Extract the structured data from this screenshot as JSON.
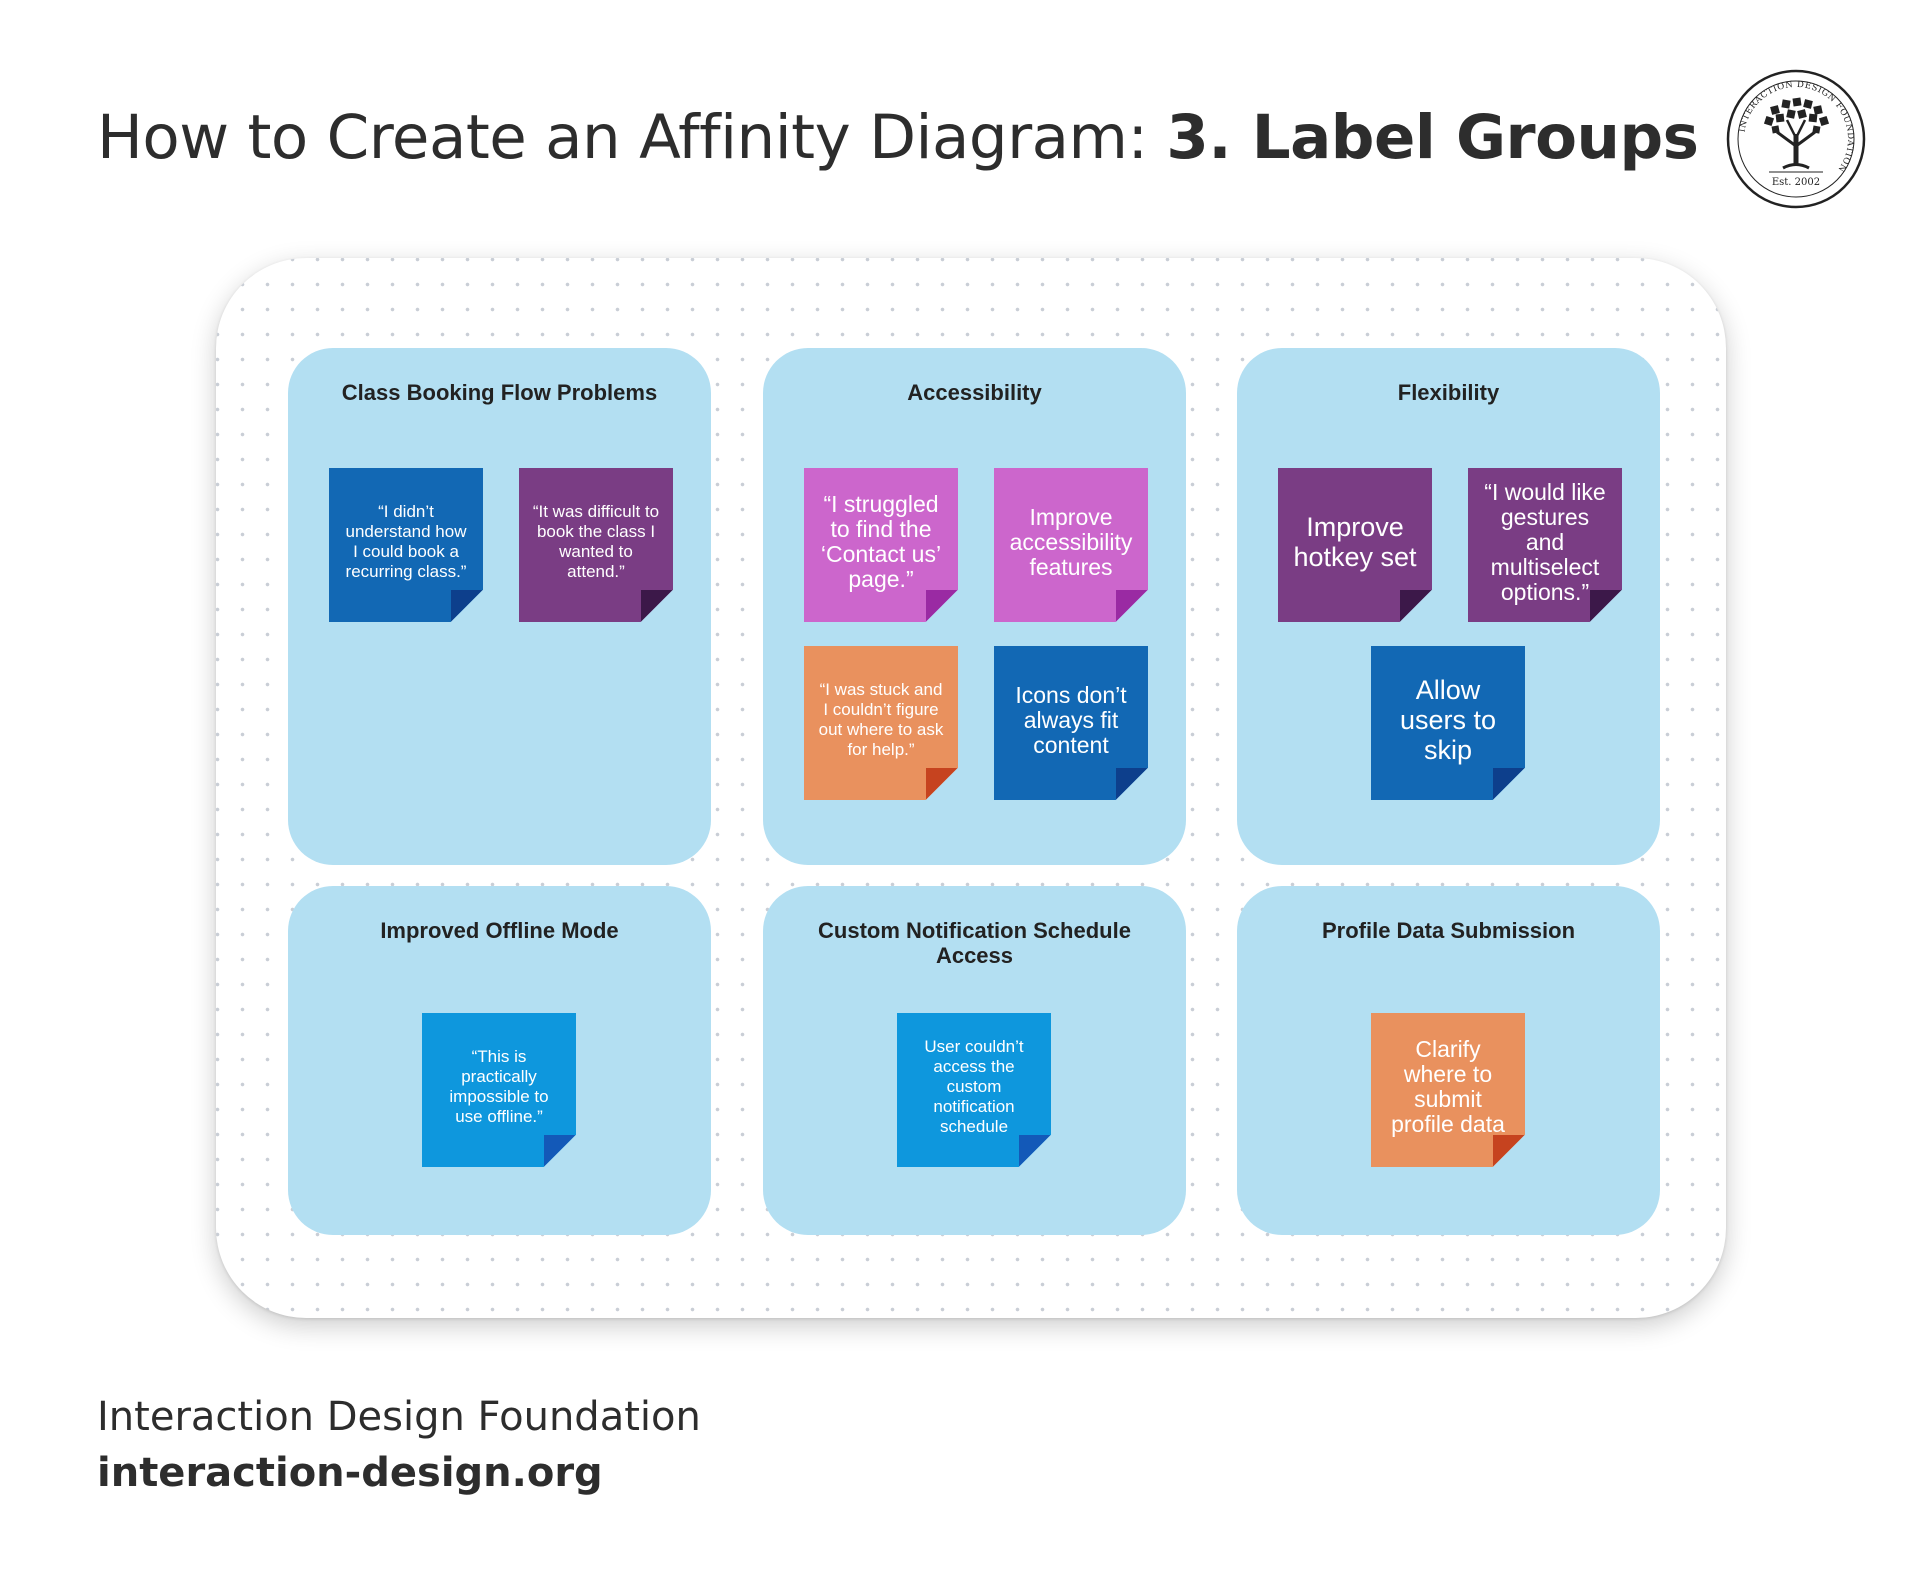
{
  "header": {
    "title_regular": "How to Create an Affinity Diagram: ",
    "title_bold": "3. Label Groups"
  },
  "logo": {
    "ring_text": "INTERACTION DESIGN FOUNDATION",
    "est_text": "Est. 2002",
    "icon": "tree-icon"
  },
  "groups": [
    {
      "label": "Class Booking Flow Problems",
      "notes": [
        {
          "text": "“I didn’t understand how I could book a recurring class.”",
          "color": "navy"
        },
        {
          "text": "“It was difficult to book the class I wanted to attend.”",
          "color": "purple"
        }
      ]
    },
    {
      "label": "Accessibility",
      "notes": [
        {
          "text": "“I struggled to find the ‘Contact us’ page.”",
          "color": "pink"
        },
        {
          "text": "Improve accessibility features",
          "color": "pink"
        },
        {
          "text": "“I was stuck and I couldn’t figure out where to ask for help.”",
          "color": "orange"
        },
        {
          "text": "Icons don’t always fit content",
          "color": "navy"
        }
      ]
    },
    {
      "label": "Flexibility",
      "notes": [
        {
          "text": "Improve hotkey set",
          "color": "purple"
        },
        {
          "text": "“I would like gestures and multiselect options.”",
          "color": "purple"
        },
        {
          "text": "Allow users to skip",
          "color": "navy"
        }
      ]
    },
    {
      "label": "Improved Offline Mode",
      "notes": [
        {
          "text": "“This is practically impossible to use offline.”",
          "color": "sky"
        }
      ]
    },
    {
      "label": "Custom Notification Schedule Access",
      "notes": [
        {
          "text": "User couldn’t access the custom notification schedule",
          "color": "sky"
        }
      ]
    },
    {
      "label": "Profile Data Submission",
      "notes": [
        {
          "text": "Clarify where to submit profile data",
          "color": "orange"
        }
      ]
    }
  ],
  "colors": {
    "navy": "#1268b4",
    "purple": "#7a3d84",
    "pink": "#cc66cc",
    "orange": "#e9915e",
    "sky": "#0e97dd",
    "group_background": "#b3dff2"
  },
  "footer": {
    "organization": "Interaction Design Foundation",
    "url": "interaction-design.org"
  }
}
